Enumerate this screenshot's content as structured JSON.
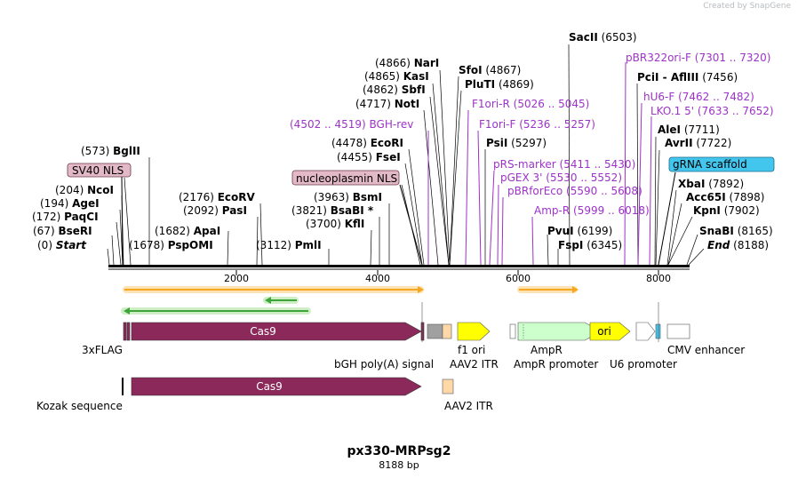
{
  "credit": "Created by SnapGene",
  "plasmid": {
    "name": "px330-MRPsg2",
    "size_label": "8188 bp"
  },
  "ruler": {
    "ticks": [
      "2000",
      "4000",
      "6000",
      "8000"
    ]
  },
  "colors": {
    "site": "#000000",
    "primer": "#9d33c8",
    "cas9": "#8b2a5a",
    "nls_fill": "#e3b9c8",
    "grna_fill": "#43c6ee",
    "orange_orf": "#f5a623",
    "green_orf": "#3da53a",
    "yellow": "#ffff00",
    "ampr": "#ccffcc",
    "aav2": "#ffd8a8"
  },
  "labels": [
    {
      "num": "(0)",
      "name": "Start",
      "kind": "site",
      "italic": true
    },
    {
      "num": "(67)",
      "name": "BseRI",
      "kind": "site"
    },
    {
      "num": "(172)",
      "name": "PaqCI",
      "kind": "site"
    },
    {
      "num": "(194)",
      "name": "AgeI",
      "kind": "site"
    },
    {
      "num": "(204)",
      "name": "NcoI",
      "kind": "site"
    },
    {
      "name": "SV40 NLS",
      "kind": "feature"
    },
    {
      "num": "(573)",
      "name": "BglII",
      "kind": "site"
    },
    {
      "num": "(1678)",
      "name": "PspOMI",
      "kind": "site"
    },
    {
      "num": "(1682)",
      "name": "ApaI",
      "kind": "site"
    },
    {
      "num": "(2092)",
      "name": "PasI",
      "kind": "site"
    },
    {
      "num": "(2176)",
      "name": "EcoRV",
      "kind": "site"
    },
    {
      "num": "(3112)",
      "name": "PmlI",
      "kind": "site"
    },
    {
      "num": "(3700)",
      "name": "KflI",
      "kind": "site"
    },
    {
      "num": "(3821)",
      "name": "BsaBI *",
      "kind": "site"
    },
    {
      "num": "(3963)",
      "name": "BsmI",
      "kind": "site"
    },
    {
      "name": "nucleoplasmin NLS",
      "kind": "feature"
    },
    {
      "num": "(4455)",
      "name": "FseI",
      "kind": "site"
    },
    {
      "num": "(4478)",
      "name": "EcoRI",
      "kind": "site"
    },
    {
      "num": "(4502 .. 4519)",
      "name": "BGH-rev",
      "kind": "primer"
    },
    {
      "num": "(4717)",
      "name": "NotI",
      "kind": "site"
    },
    {
      "num": "(4862)",
      "name": "SbfI",
      "kind": "site"
    },
    {
      "num": "(4865)",
      "name": "KasI",
      "kind": "site"
    },
    {
      "num": "(4866)",
      "name": "NarI",
      "kind": "site"
    },
    {
      "num": "(4867)",
      "name": "SfoI",
      "kind": "site"
    },
    {
      "num": "(4869)",
      "name": "PluTI",
      "kind": "site"
    },
    {
      "num": "(5026 .. 5045)",
      "name": "F1ori-R",
      "kind": "primer"
    },
    {
      "num": "(5236 .. 5257)",
      "name": "F1ori-F",
      "kind": "primer"
    },
    {
      "num": "(5297)",
      "name": "PsiI",
      "kind": "site"
    },
    {
      "num": "(5411 .. 5430)",
      "name": "pRS-marker",
      "kind": "primer"
    },
    {
      "num": "(5530 .. 5552)",
      "name": "pGEX 3'",
      "kind": "primer"
    },
    {
      "num": "(5590 .. 5608)",
      "name": "pBRforEco",
      "kind": "primer"
    },
    {
      "num": "(5999 .. 6018)",
      "name": "Amp-R",
      "kind": "primer"
    },
    {
      "num": "(6199)",
      "name": "PvuI",
      "kind": "site"
    },
    {
      "num": "(6345)",
      "name": "FspI",
      "kind": "site"
    },
    {
      "num": "(6503)",
      "name": "SacII",
      "kind": "site"
    },
    {
      "num": "(7301 .. 7320)",
      "name": "pBR322ori-F",
      "kind": "primer"
    },
    {
      "num": "(7456)",
      "name": "PciI - AflIII",
      "kind": "site"
    },
    {
      "num": "(7462 .. 7482)",
      "name": "hU6-F",
      "kind": "primer"
    },
    {
      "num": "(7633 .. 7652)",
      "name": "LKO.1 5'",
      "kind": "primer"
    },
    {
      "num": "(7711)",
      "name": "AleI",
      "kind": "site"
    },
    {
      "num": "(7722)",
      "name": "AvrII",
      "kind": "site"
    },
    {
      "name": "gRNA scaffold",
      "kind": "feature"
    },
    {
      "num": "(7892)",
      "name": "XbaI",
      "kind": "site"
    },
    {
      "num": "(7898)",
      "name": "Acc65I",
      "kind": "site"
    },
    {
      "num": "(7902)",
      "name": "KpnI",
      "kind": "site"
    },
    {
      "num": "(8165)",
      "name": "SnaBI",
      "kind": "site"
    },
    {
      "num": "(8188)",
      "name": "End",
      "kind": "site",
      "italic": true
    }
  ],
  "features": [
    {
      "name": "3xFLAG"
    },
    {
      "name": "Cas9",
      "label": "Cas9"
    },
    {
      "name": "bGH poly(A) signal"
    },
    {
      "name": "f1 ori"
    },
    {
      "name": "AAV2 ITR"
    },
    {
      "name": "AmpR promoter"
    },
    {
      "name": "AmpR"
    },
    {
      "name": "ori",
      "label": "ori"
    },
    {
      "name": "U6 promoter"
    },
    {
      "name": "CMV enhancer"
    },
    {
      "name": "Kozak sequence"
    },
    {
      "name": "Cas9",
      "label": "Cas9"
    },
    {
      "name": "AAV2 ITR"
    }
  ]
}
